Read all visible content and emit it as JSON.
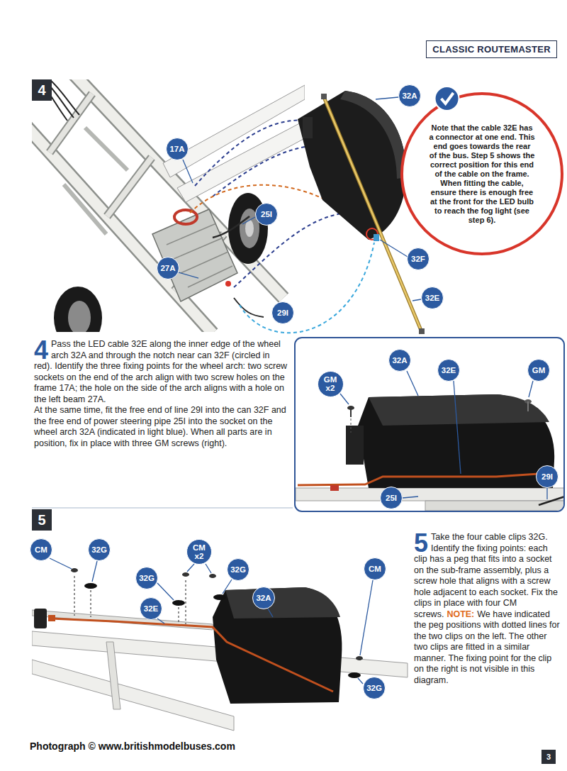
{
  "diagram": {
    "title": "CLASSIC ROUTEMASTER",
    "nodes": [
      {
        "text": [
          "4"
        ]
      },
      {
        "text": [
          "32A"
        ]
      },
      {
        "text": [
          "Note that the cable 32E has a connector at one end. This end goes towards the rear of the bus. Step 5 shows the correct position for this end of the cable on the frame. When fitting the cable, ensure there is enough free at the front for the LED bulb to reach the fog light (see step 6)."
        ]
      },
      {
        "text": [
          "17A"
        ]
      },
      {
        "text": [
          "25I"
        ]
      },
      {
        "text": [
          "27A"
        ]
      },
      {
        "text": [
          "32F"
        ]
      },
      {
        "text": [
          "32E"
        ]
      },
      {
        "text": [
          "29I"
        ]
      },
      {
        "text": [
          "GM",
          "x2"
        ]
      },
      {
        "text": [
          "32A"
        ]
      },
      {
        "text": [
          "32E"
        ]
      },
      {
        "text": [
          "GM"
        ]
      },
      {
        "text": [
          "29I"
        ]
      },
      {
        "text": [
          "25I"
        ]
      },
      {
        "text": [
          "5"
        ]
      },
      {
        "text": [
          "CM"
        ]
      },
      {
        "text": [
          "32G"
        ]
      },
      {
        "text": [
          "CM",
          "x2"
        ]
      },
      {
        "text": [
          "32G"
        ]
      },
      {
        "text": [
          "32G"
        ]
      },
      {
        "text": [
          "32E"
        ]
      },
      {
        "text": [
          "32A"
        ]
      },
      {
        "text": [
          "CM"
        ]
      },
      {
        "text": [
          "32G"
        ]
      },
      {
        "text": [
          "3"
        ]
      }
    ],
    "labels": [
      "4",
      "Pass the LED cable 32E along the inner edge of the wheel arch 32A and through the notch near can 32F (circled in red). Identify the three fixing points for the wheel arch: two screw sockets on the end of the arch align with two screw holes on the frame 17A; the hole on the side of the arch aligns with a hole on the left beam 27A.",
      "At the same time, fit the free end of line 29I into the can 32F and the free end of power steering pipe 25I into the socket on the wheel arch 32A (indicated in light blue). When all parts are in position, fix in place with three GM screws (right).",
      "5",
      "Take the four cable clips 32G. Identify the fixing points: each clip has a peg that fits into a socket on the sub-frame assembly, plus a screw hole that aligns with a screw hole adjacent to each socket. Fix the clips in place with four CM screws.",
      "NOTE:",
      "We have indicated the peg positions with dotted lines for the two clips on the left. The other two clips are fitted in a similar manner. The fixing point for the clip on the right is not visible in this diagram.",
      "Photograph © www.britishmodelbuses.com"
    ]
  }
}
